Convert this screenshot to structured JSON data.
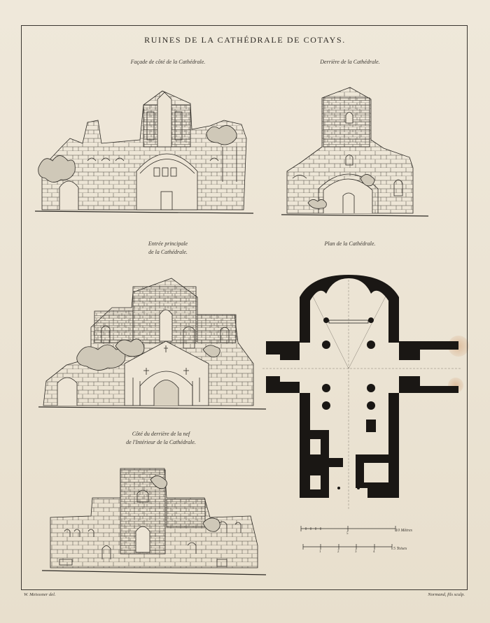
{
  "page": {
    "title": "RUINES DE LA CATHÉDRALE DE COTAYS.",
    "page_number": "",
    "credit_left": "W. Meisssner del.",
    "credit_right": "Normand, fils sculp."
  },
  "views": [
    {
      "id": "facade",
      "caption": "Façade de côté de la Cathédrale."
    },
    {
      "id": "back",
      "caption": "Derrière de la Cathédrale."
    },
    {
      "id": "entry",
      "caption_line1": "Entrée principale",
      "caption_line2": "de la Cathédrale."
    },
    {
      "id": "plan",
      "caption": "Plan de la Cathédrale."
    },
    {
      "id": "interior",
      "caption_line1": "Côté du derrière de la nef",
      "caption_line2": "de l'Intérieur de la Cathédrale."
    }
  ],
  "scale": {
    "metres_label": "10 Mètres",
    "metres_ticks": [
      "5"
    ],
    "toises_label": "5 Toises",
    "toises_ticks": [
      "1",
      "2",
      "3",
      "4"
    ]
  },
  "colors": {
    "ink": "#2c2924",
    "paper": "#ede5d6",
    "stain": "#c4783c"
  }
}
